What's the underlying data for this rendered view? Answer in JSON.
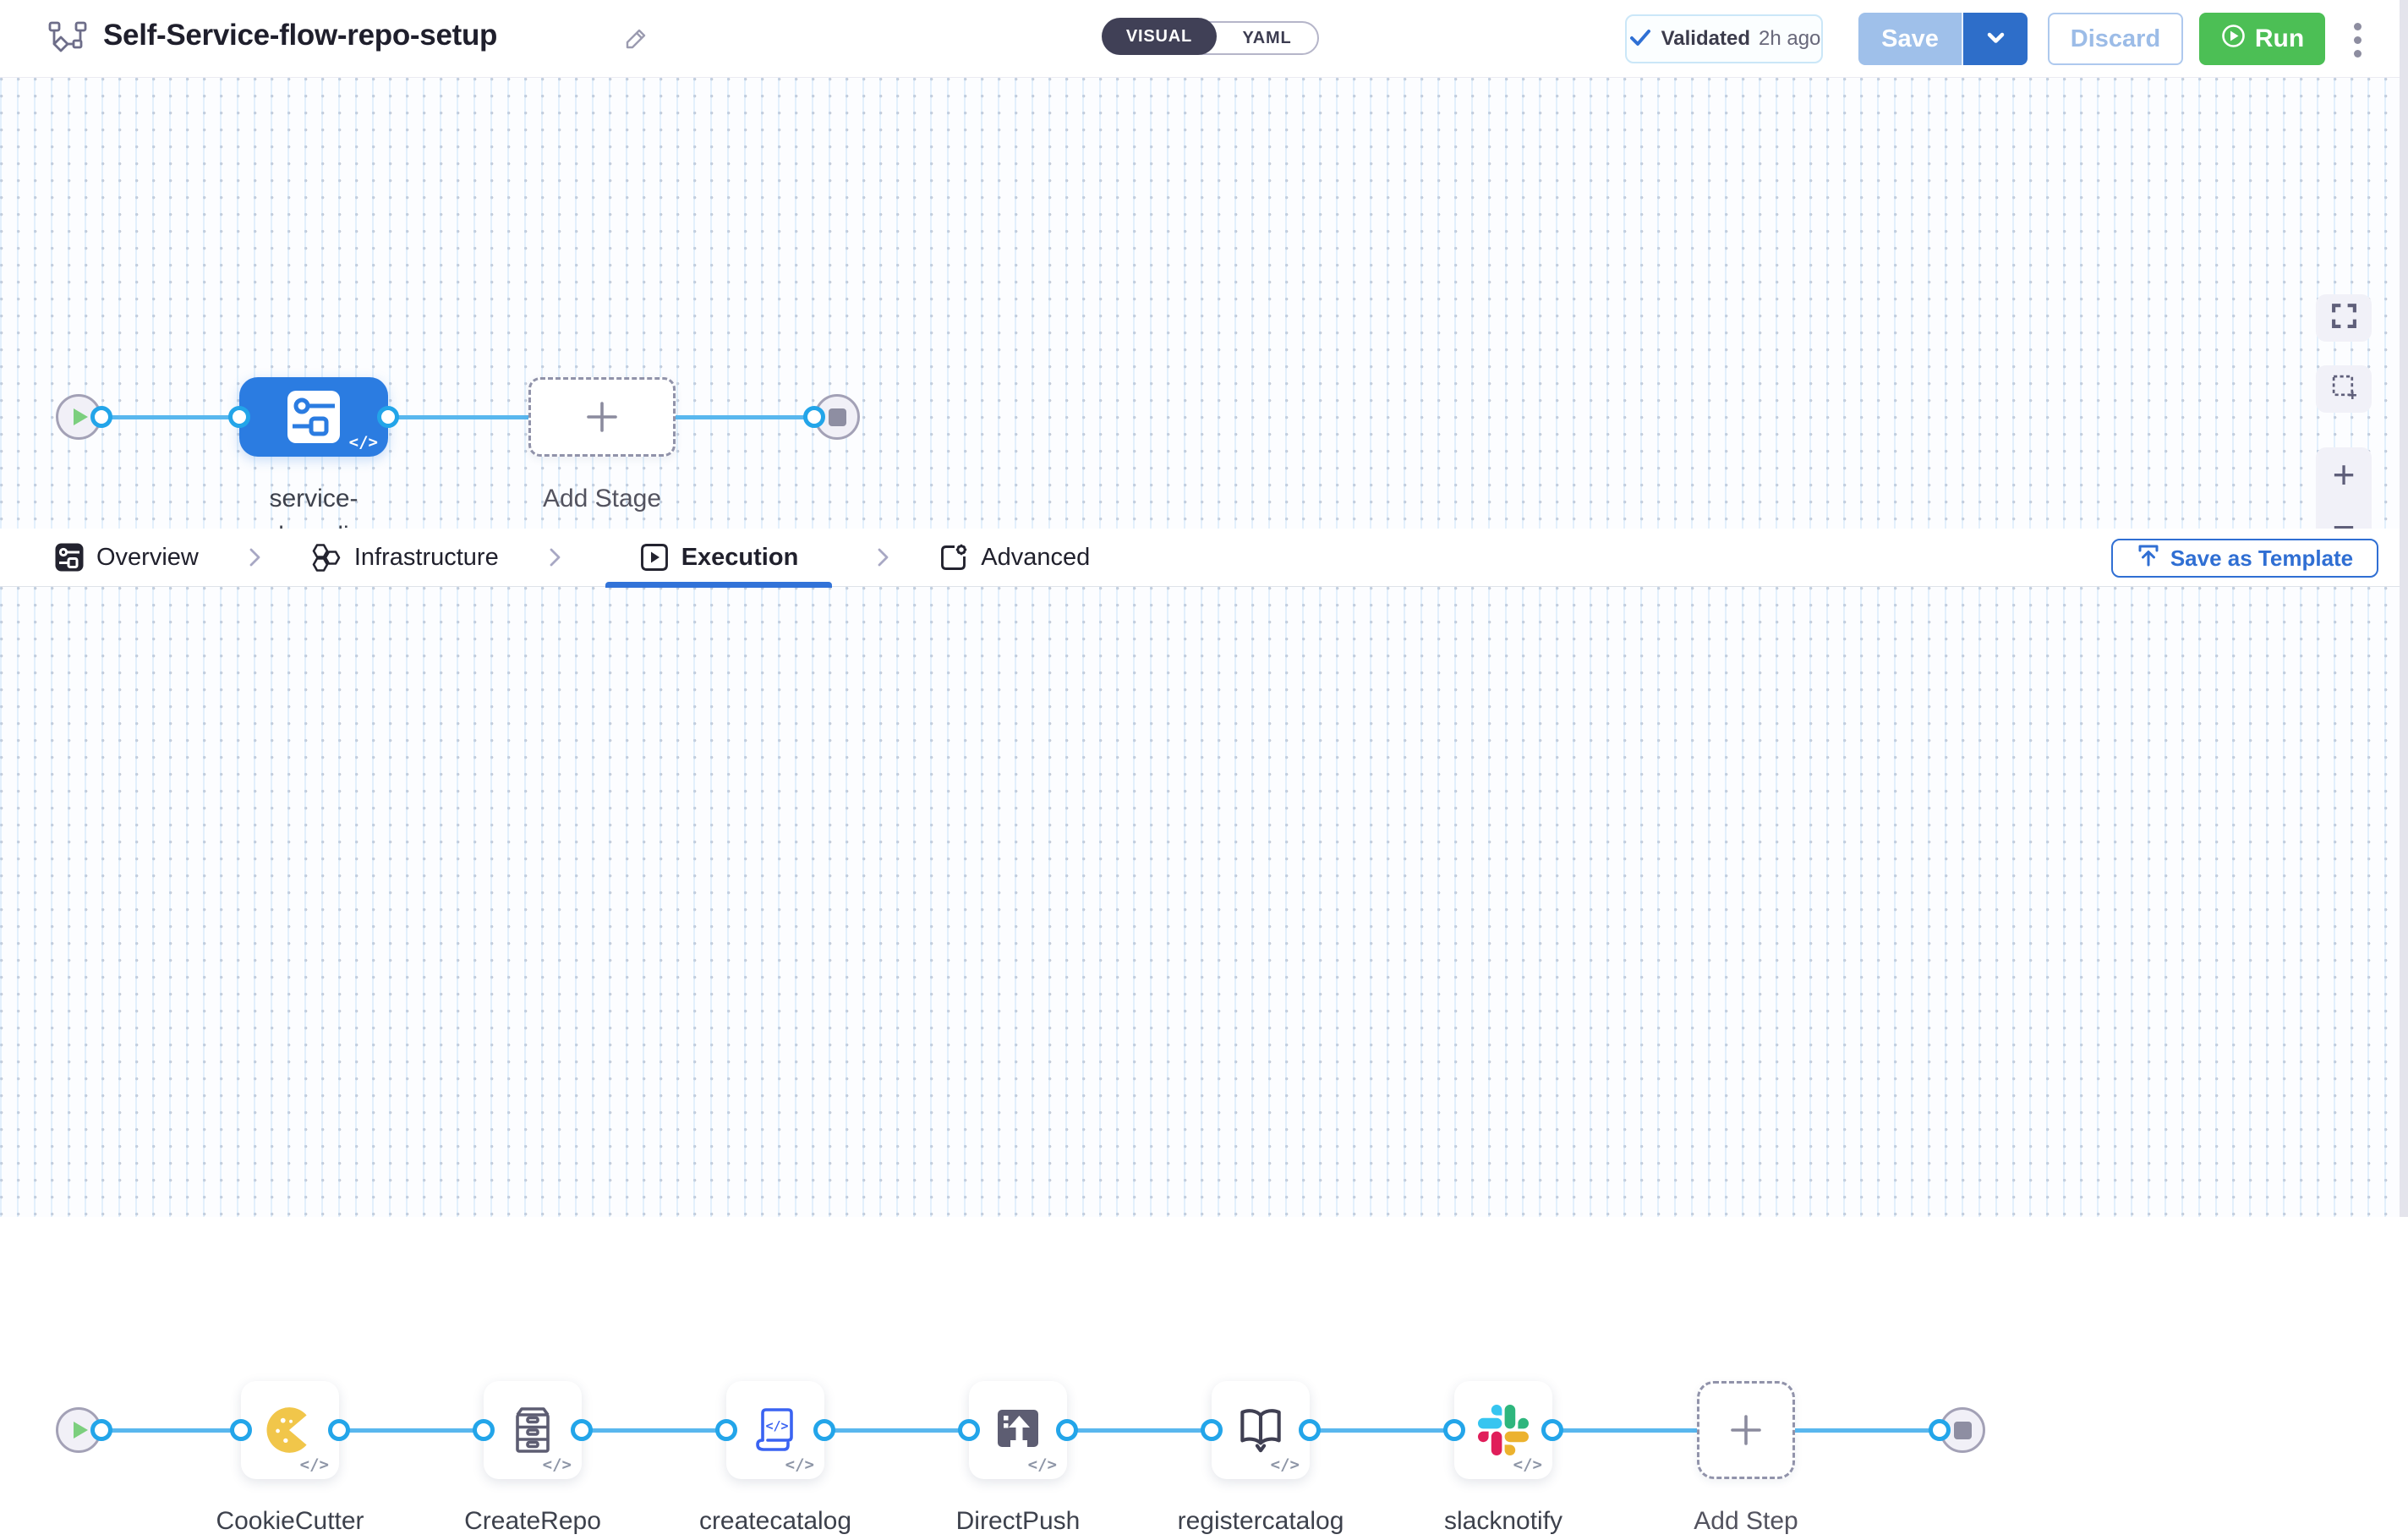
{
  "header": {
    "title": "Self-Service-flow-repo-setup",
    "mode_visual": "VISUAL",
    "mode_yaml": "YAML",
    "validated_label": "Validated",
    "validated_time": "2h ago",
    "save_label": "Save",
    "discard_label": "Discard",
    "run_label": "Run"
  },
  "stage_flow": {
    "stage_name": "service-onboarding",
    "add_stage_label": "Add Stage",
    "code_badge": "</>"
  },
  "tab_bar": {
    "tabs": [
      {
        "label": "Overview",
        "icon": "overview-icon",
        "active": false
      },
      {
        "label": "Infrastructure",
        "icon": "infrastructure-icon",
        "active": false
      },
      {
        "label": "Execution",
        "icon": "execution-icon",
        "active": true
      },
      {
        "label": "Advanced",
        "icon": "advanced-icon",
        "active": false
      }
    ],
    "save_as_template_label": "Save as Template"
  },
  "execution_flow": {
    "steps": [
      {
        "name": "CookieCutter",
        "icon": "cookiecutter-icon"
      },
      {
        "name": "CreateRepo",
        "icon": "createrepo-icon"
      },
      {
        "name": "createcatalog",
        "icon": "createcatalog-icon"
      },
      {
        "name": "DirectPush",
        "icon": "directpush-icon"
      },
      {
        "name": "registercatalog",
        "icon": "registercatalog-icon"
      },
      {
        "name": "slacknotify",
        "icon": "slacknotify-icon"
      }
    ],
    "add_step_label": "Add Step",
    "code_badge": "</>"
  },
  "colors": {
    "accent_blue": "#2f70d4",
    "run_green": "#4cbf55",
    "stage_blue": "#2b7ce1",
    "connector_blue": "#59b7ee"
  }
}
